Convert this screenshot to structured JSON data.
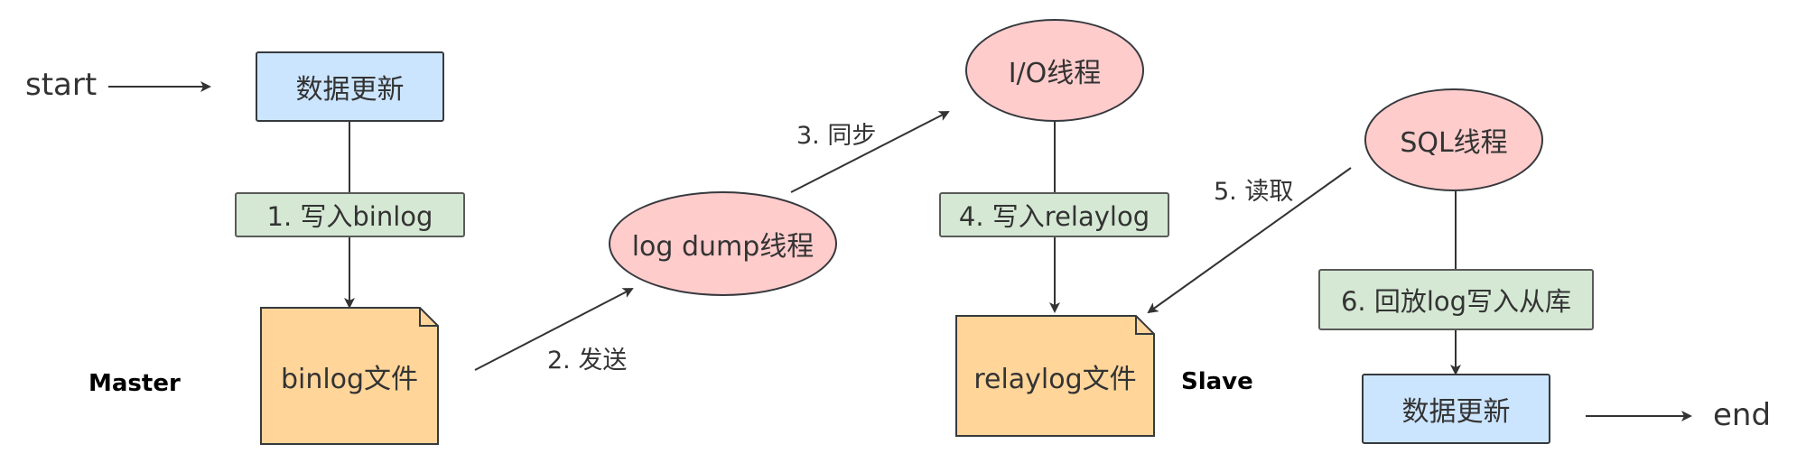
{
  "labels": {
    "start": "start",
    "end": "end",
    "master": "Master",
    "slave": "Slave"
  },
  "nodes": {
    "data_update_master": "数据更新",
    "write_binlog": "1. 写入binlog",
    "binlog_file": "binlog文件",
    "log_dump": "log dump线程",
    "io_thread": "I/O线程",
    "write_relaylog": "4. 写入relaylog",
    "relaylog_file": "relaylog文件",
    "sql_thread": "SQL线程",
    "replay_log": "6. 回放log写入从库",
    "data_update_slave": "数据更新"
  },
  "edges": {
    "send": "2. 发送",
    "sync": "3. 同步",
    "read": "5. 读取"
  },
  "colors": {
    "blue_fill": "#cce5ff",
    "green_fill": "#d5e8d4",
    "pink_fill": "#ffcccc",
    "doc_fill": "#ffd59a",
    "stroke": "#36393d"
  }
}
